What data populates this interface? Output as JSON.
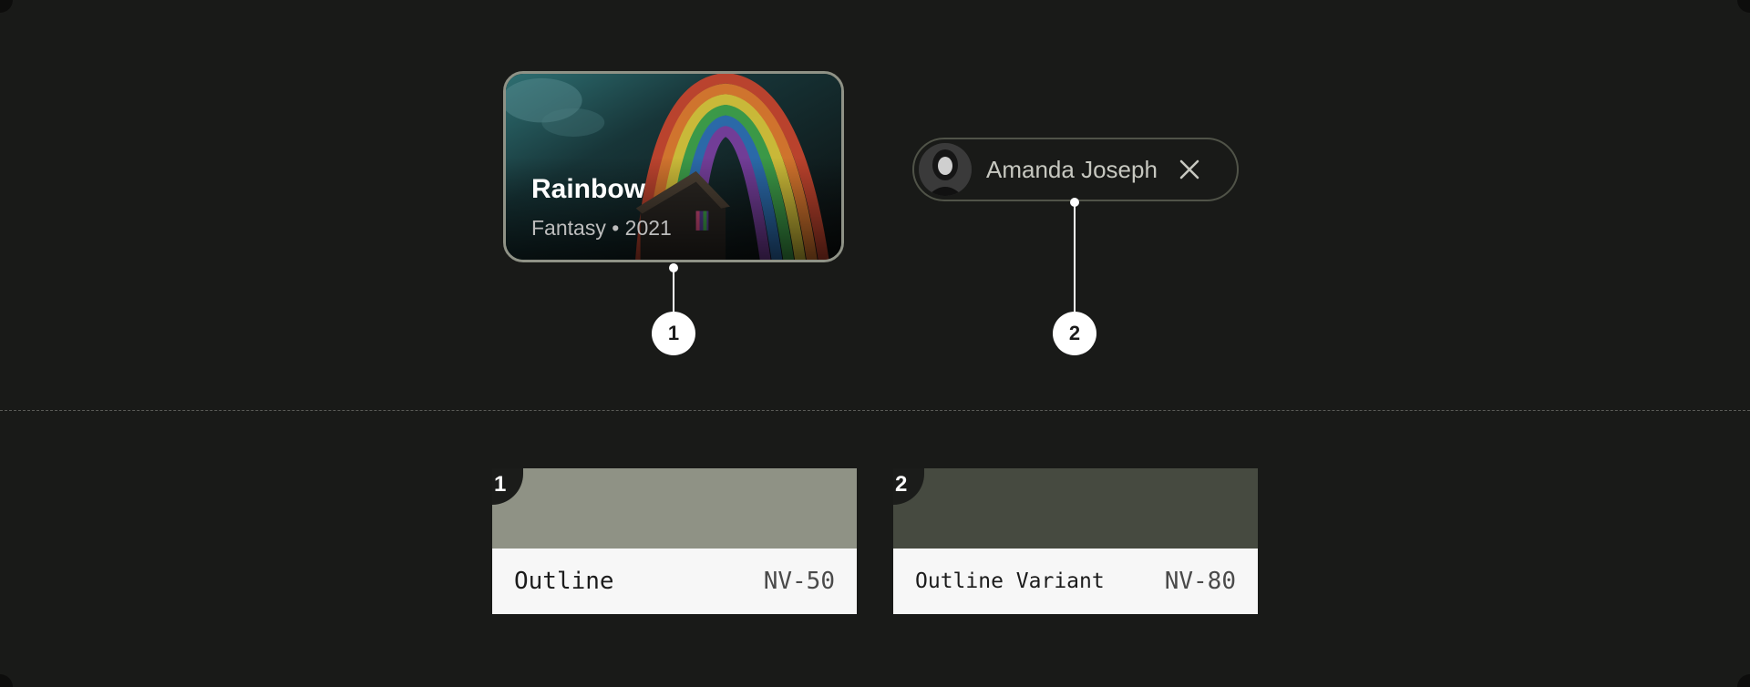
{
  "card": {
    "title": "Rainbow",
    "subtitle": "Fantasy • 2021"
  },
  "chip": {
    "label": "Amanda Joseph"
  },
  "callouts": [
    "1",
    "2"
  ],
  "swatches": [
    {
      "number": "1",
      "name": "Outline",
      "code": "NV-50",
      "color": "#8f9285"
    },
    {
      "number": "2",
      "name": "Outline Variant",
      "code": "NV-80",
      "color": "#464a40"
    }
  ],
  "colors": {
    "background": "#191a18",
    "outline": "#8f9285",
    "outline_variant": "#464a40"
  },
  "icons": {
    "chip_close": "close-icon"
  }
}
